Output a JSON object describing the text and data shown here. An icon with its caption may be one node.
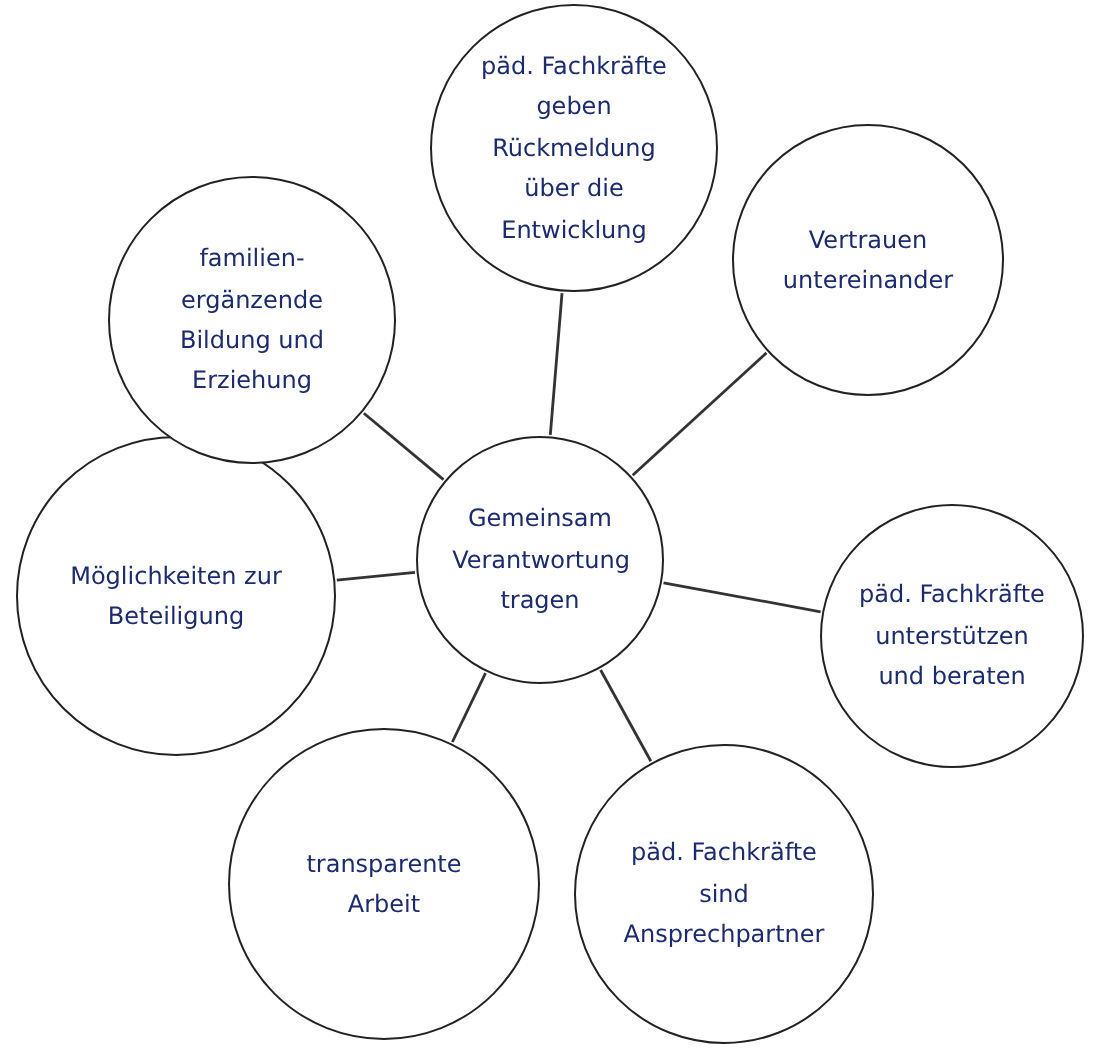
{
  "diagram": {
    "nodes": [
      {
        "text": [
          "Gemeinsam Verantwortung tragen"
        ]
      },
      {
        "text": [
          "päd. Fachkräfte geben Rückmeldung über die Entwicklung"
        ]
      },
      {
        "text": [
          "Vertrauen untereinander"
        ]
      },
      {
        "text": [
          "päd. Fachkräfte unterstützen und beraten"
        ]
      },
      {
        "text": [
          "päd. Fachkräfte sind Ansprechpartner"
        ]
      },
      {
        "text": [
          "transparente Arbeit"
        ]
      },
      {
        "text": [
          "Möglichkeiten zur Beteiligung"
        ]
      },
      {
        "text": [
          "familien-ergänzende Bildung und Erziehung"
        ]
      }
    ],
    "edges": [
      {
        "from": 0,
        "to": 1,
        "arrow": "none"
      },
      {
        "from": 0,
        "to": 2,
        "arrow": "none"
      },
      {
        "from": 0,
        "to": 3,
        "arrow": "none"
      },
      {
        "from": 0,
        "to": 4,
        "arrow": "none"
      },
      {
        "from": 0,
        "to": 5,
        "arrow": "none"
      },
      {
        "from": 0,
        "to": 6,
        "arrow": "none"
      },
      {
        "from": 0,
        "to": 7,
        "arrow": "none"
      }
    ]
  }
}
